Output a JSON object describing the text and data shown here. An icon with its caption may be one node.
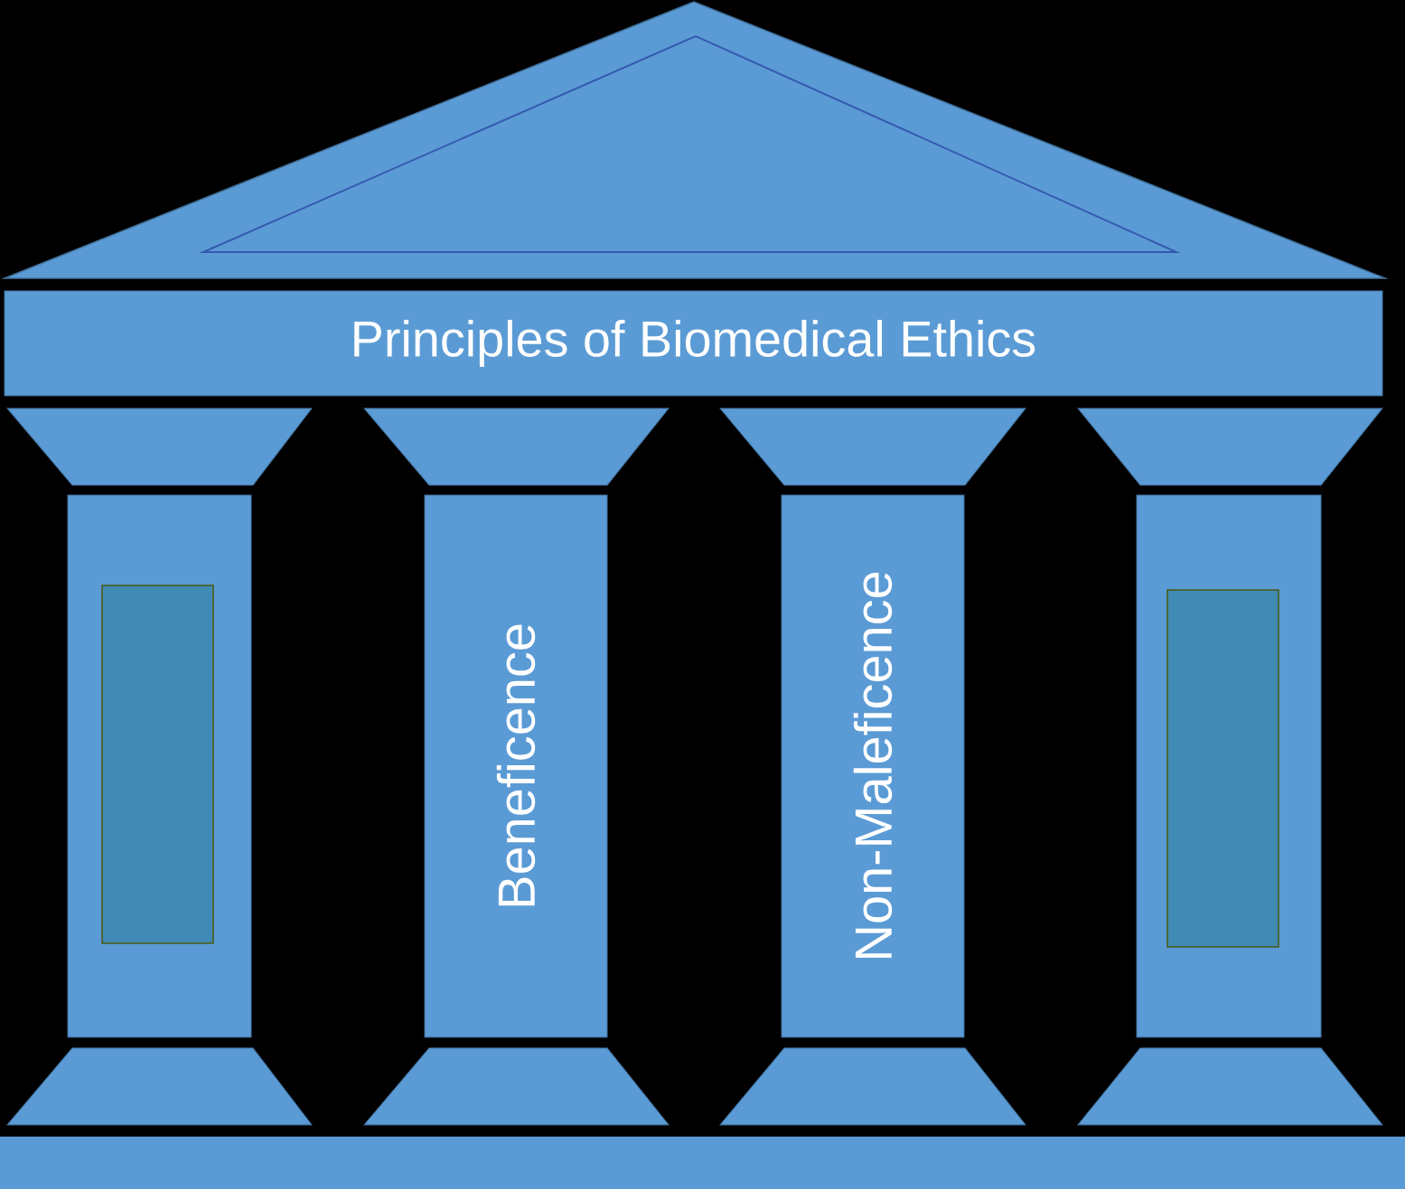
{
  "diagram": {
    "nodes": [
      {
        "text": [
          "Principles of Biomedical Ethics"
        ]
      },
      {
        "text": [],
        "shape": "box"
      },
      {
        "text": [],
        "shape": "box",
        "in": 1
      },
      {
        "text": [
          "Beneficence"
        ]
      },
      {
        "text": [
          "Non-Maleficence"
        ]
      },
      {
        "text": [],
        "shape": "box"
      },
      {
        "text": [],
        "shape": "box",
        "in": 5
      }
    ]
  }
}
